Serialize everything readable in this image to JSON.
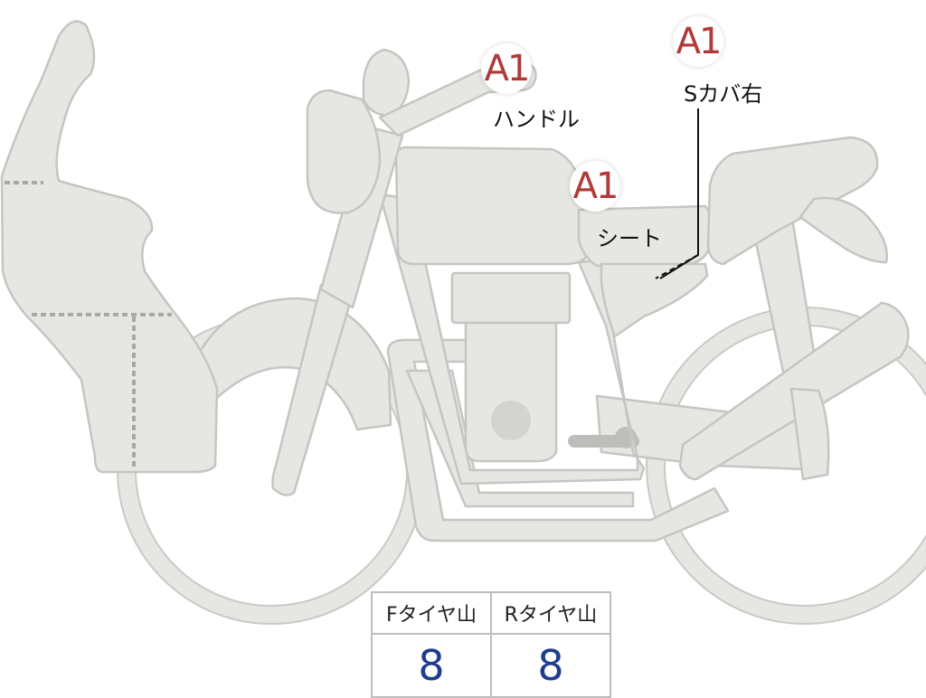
{
  "damage_marks": [
    {
      "id": "handle",
      "grade": "A1",
      "part": "ハンドル"
    },
    {
      "id": "seat",
      "grade": "A1",
      "part": "シート"
    },
    {
      "id": "side-cover-right",
      "grade": "A1",
      "part": "Sカバ右"
    }
  ],
  "tire_table": {
    "headers": [
      "Fタイヤ山",
      "Rタイヤ山"
    ],
    "values": [
      "8",
      "8"
    ]
  },
  "colors": {
    "body": "#e6e6e3",
    "outline": "#c5c5c2",
    "grade_text": "#b03a3a",
    "table_value": "#1e3d8f",
    "dotted_line": "#a8a8a8"
  }
}
